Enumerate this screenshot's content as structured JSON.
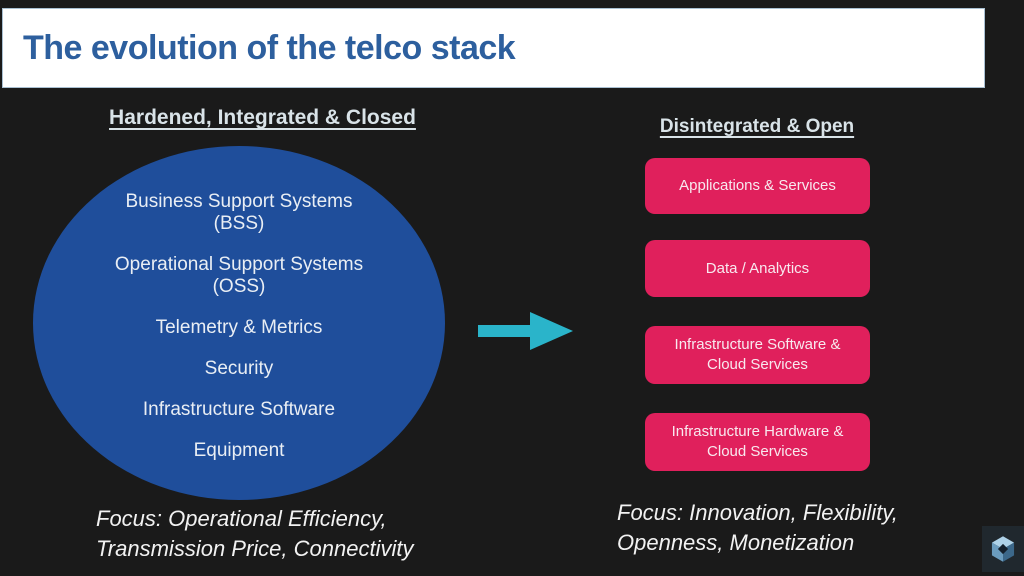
{
  "slide": {
    "title": "The evolution of the telco stack",
    "colors": {
      "background": "#1a1a1a",
      "header_bg": "#ffffff",
      "title_blue": "#2d5f9e",
      "ellipse_blue": "#1f4e9b",
      "box_pink": "#e0205c",
      "arrow_teal": "#2ab4ca",
      "heading_text": "#d9e3e8"
    }
  },
  "left_column": {
    "heading": "Hardened, Integrated & Closed",
    "ellipse_items": [
      {
        "line1": "Business Support Systems",
        "line2": "(BSS)"
      },
      {
        "line1": "Operational Support Systems",
        "line2": "(OSS)"
      },
      {
        "line1": "Telemetry & Metrics"
      },
      {
        "line1": "Security"
      },
      {
        "line1": "Infrastructure Software"
      },
      {
        "line1": "Equipment"
      }
    ],
    "focus_line1": "Focus: Operational Efficiency,",
    "focus_line2": "Transmission Price, Connectivity"
  },
  "right_column": {
    "heading": "Disintegrated & Open",
    "boxes": [
      {
        "label": "Applications & Services"
      },
      {
        "label": "Data / Analytics"
      },
      {
        "label": "Infrastructure Software & Cloud Services"
      },
      {
        "label": "Infrastructure Hardware & Cloud Services"
      }
    ],
    "focus_line1": "Focus: Innovation, Flexibility,",
    "focus_line2": "Openness, Monetization"
  },
  "logo": {
    "name": "cube-logo"
  }
}
